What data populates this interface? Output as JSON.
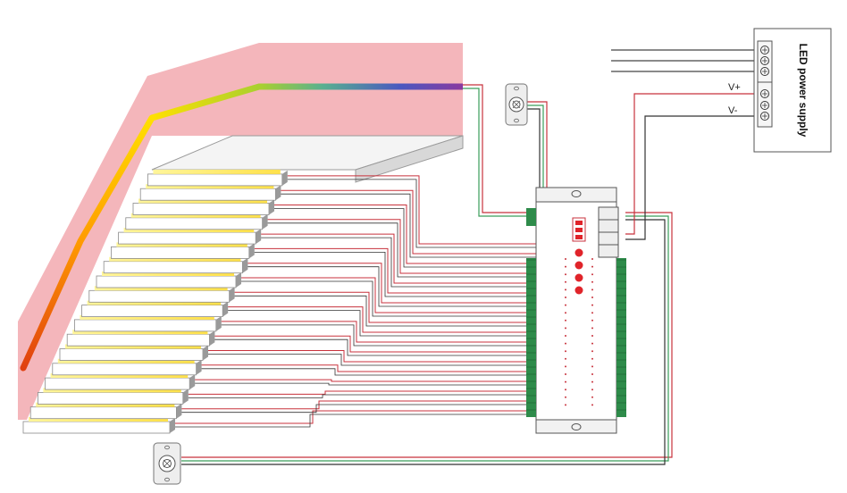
{
  "power_supply": {
    "label": "LED power supply",
    "vplus_label": "V+",
    "vminus_label": "V-"
  },
  "colors": {
    "wall": "#f4b6bb",
    "led_yellow": "#ffe14a",
    "wire_red": "#c8323c",
    "wire_green": "#3a9e5a",
    "wire_black": "#333333",
    "terminal_green": "#2e8b4a",
    "button_red": "#e0242a"
  },
  "diagram": {
    "stair_step_count": 18,
    "sensor_top": "motion-sensor",
    "sensor_bottom": "motion-sensor",
    "controller": "stair-light-controller"
  }
}
